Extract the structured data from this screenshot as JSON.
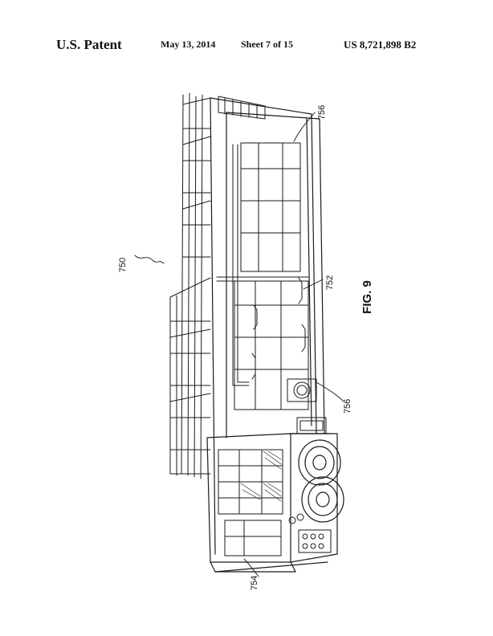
{
  "header": {
    "title": "U.S. Patent",
    "date": "May 13, 2014",
    "sheet": "Sheet 7 of 15",
    "patent_number": "US 8,721,898 B2"
  },
  "figure": {
    "label": "FIG. 9",
    "refs": {
      "assembly": "750",
      "interior": "752",
      "rear_section": "754",
      "upper_rail": "756",
      "lower_unit": "756"
    }
  }
}
